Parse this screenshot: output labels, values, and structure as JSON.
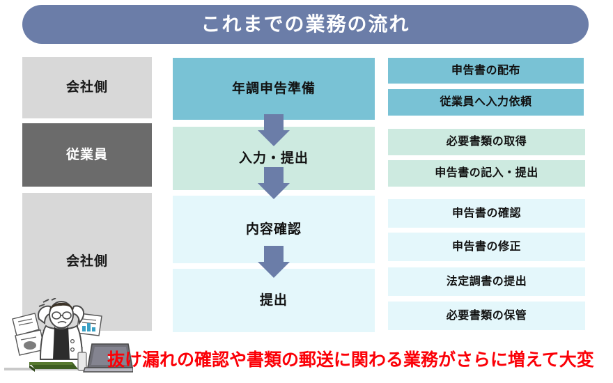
{
  "title": {
    "text": "これまでの業務の流れ",
    "bg_color": "#6b7da8",
    "text_color": "#ffffff"
  },
  "colors": {
    "title_bar": "#6b7da8",
    "arrow": "#6b7da8",
    "actor_light": "#d8d8d8",
    "actor_dark": "#6b6b6b",
    "stage_teal": "#79c2d5",
    "stage_mint": "#cdeae0",
    "stage_cyan": "#e4f7fb",
    "caption_red": "#fb0007"
  },
  "actors": [
    {
      "label": "会社側",
      "tone": "light"
    },
    {
      "label": "従業員",
      "tone": "dark"
    },
    {
      "label": "会社側",
      "tone": "light"
    }
  ],
  "steps": [
    {
      "label": "年調申告準備",
      "tone": "teal"
    },
    {
      "label": "入力・提出",
      "tone": "mint"
    },
    {
      "label": "内容確認",
      "tone": "cyan"
    },
    {
      "label": "提出",
      "tone": "cyan"
    }
  ],
  "tasks": [
    {
      "label": "申告書の配布",
      "tone": "teal"
    },
    {
      "label": "従業員へ入力依頼",
      "tone": "teal"
    },
    {
      "label": "必要書類の取得",
      "tone": "mint"
    },
    {
      "label": "申告書の記入・提出",
      "tone": "mint"
    },
    {
      "label": "申告書の確認",
      "tone": "cyan"
    },
    {
      "label": "申告書の修正",
      "tone": "cyan"
    },
    {
      "label": "法定調書の提出",
      "tone": "cyan"
    },
    {
      "label": "必要書類の保管",
      "tone": "cyan"
    }
  ],
  "arrows": [
    {
      "from": "年調申告準備",
      "to": "入力・提出"
    },
    {
      "from": "入力・提出",
      "to": "内容確認"
    },
    {
      "from": "内容確認",
      "to": "提出"
    }
  ],
  "caption": {
    "text": "抜け漏れの確認や書類の郵送に関わる業務がさらに増えて大変",
    "color": "#fb0007"
  },
  "illustration": {
    "name": "stressed-businessman-with-flying-papers-and-laptop",
    "description": "困った表情のビジネスマン、舞う書類、ノートパソコン、本、コーヒーカップ"
  }
}
